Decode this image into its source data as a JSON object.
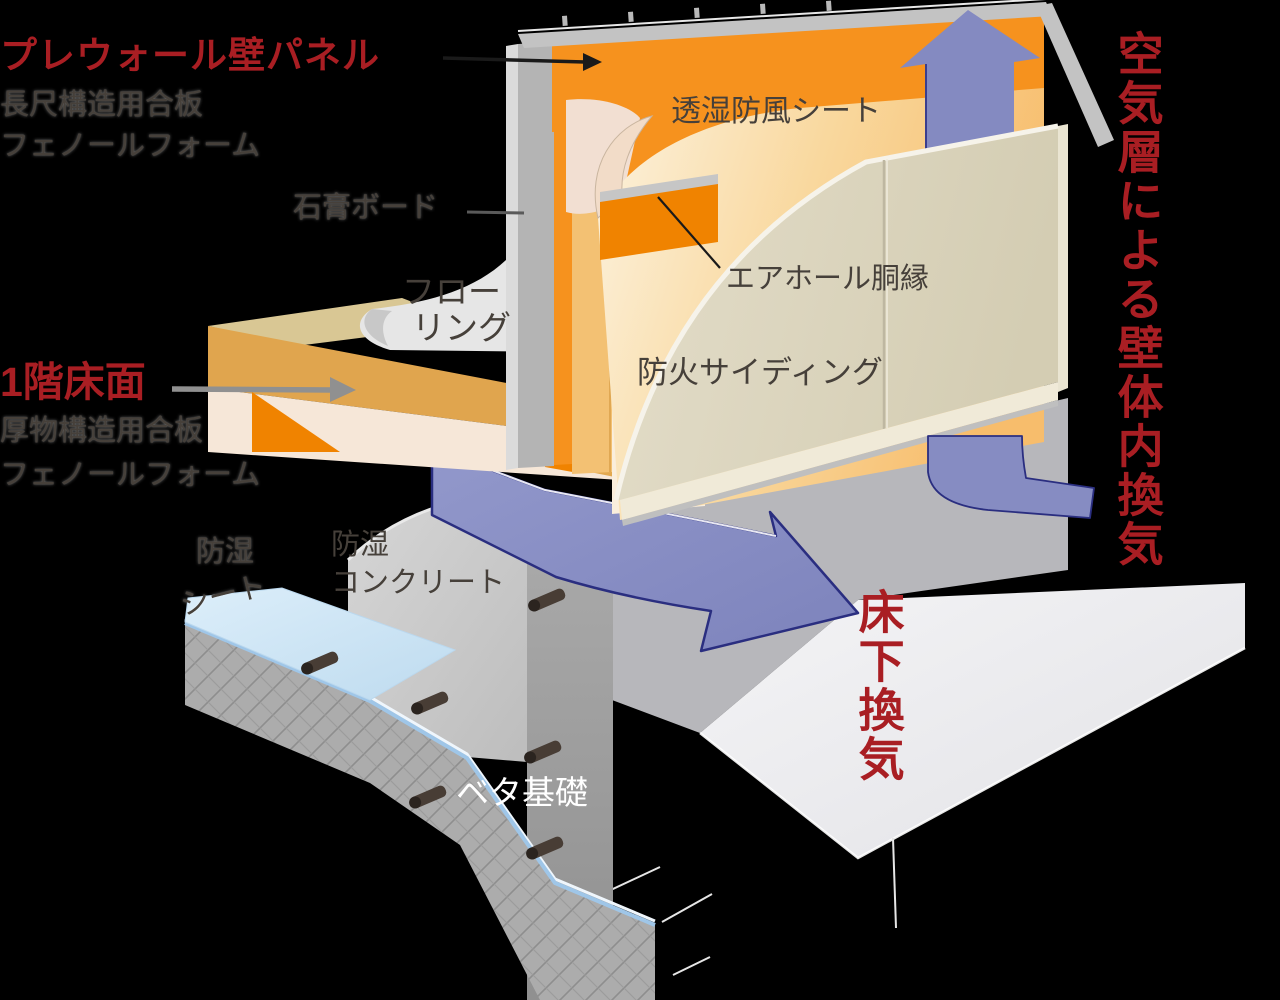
{
  "labels": {
    "prewall": {
      "title": "プレウォール壁パネル",
      "sub1": "長尺構造用合板",
      "sub2": "フェノールフォーム"
    },
    "gypsum_board": "石膏ボード",
    "windproof_sheet": "透湿防風シート",
    "air_hole_batten": "エアホール胴縁",
    "flooring_line1": "フロー",
    "flooring_line2": "リング",
    "first_floor": {
      "title": "1階床面",
      "sub1": "厚物構造用合板",
      "sub2": "フェノールフォーム"
    },
    "fireproof_siding": "防火サイディング",
    "moisture_sheet_line1": "防湿",
    "moisture_sheet_line2": "シート",
    "moisture_concrete_line1": "防湿",
    "moisture_concrete_line2": "コンクリート",
    "slab_foundation": "ベタ基礎",
    "wall_cavity_vent": "空気層による壁体内換気",
    "underfloor_vent": "床下換気"
  },
  "colors": {
    "background": "#000000",
    "accent_red": "#A91E23",
    "label_dark": "#46403A",
    "label_white": "#FFFFFF",
    "insulation_orange": "#F6921E",
    "batten_orange": "#F08300",
    "wood_tan": "#E2A84F",
    "sheet_cream": "#F7BD6C",
    "siding_beige": "#DCD5BF",
    "airflow_blue": "#868CC2",
    "airflow_outline": "#2A2E80",
    "concrete_gray": "#ACACAC",
    "moisture_sheet_blue": "#CBE4F5",
    "ground_gray": "#ECECEF"
  }
}
